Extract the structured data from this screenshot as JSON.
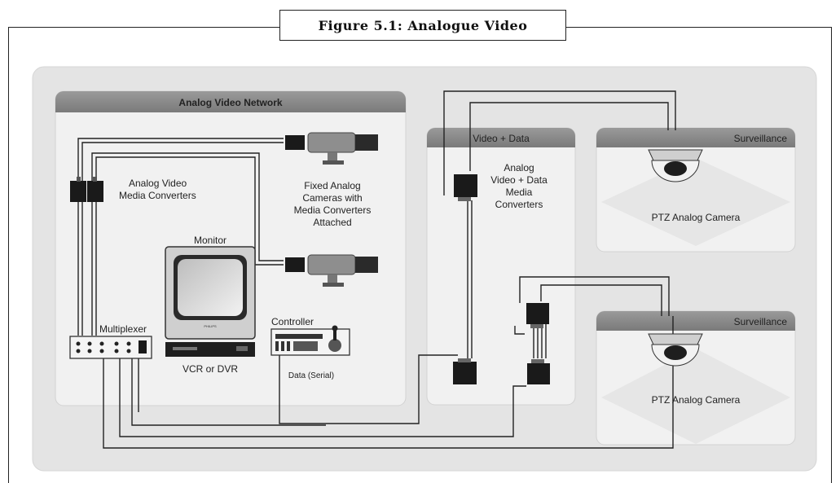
{
  "figure": {
    "caption": "Figure 5.1: Analogue Video"
  },
  "panels": {
    "analog_network": "Analog Video Network",
    "video_data": "Video + Data",
    "surveillance_top": "Surveillance",
    "surveillance_bottom": "Surveillance"
  },
  "labels": {
    "analog_video_media_converters_line1": "Analog Video",
    "analog_video_media_converters_line2": "Media Converters",
    "fixed_cameras_line1": "Fixed Analog",
    "fixed_cameras_line2": "Cameras with",
    "fixed_cameras_line3": "Media Converters",
    "fixed_cameras_line4": "Attached",
    "monitor": "Monitor",
    "multiplexer": "Multiplexer",
    "vcr_dvr": "VCR or DVR",
    "controller": "Controller",
    "data_serial": "Data (Serial)",
    "av_data_line1": "Analog",
    "av_data_line2": "Video + Data",
    "av_data_line3": "Media",
    "av_data_line4": "Converters",
    "ptz_top": "PTZ Analog Camera",
    "ptz_bottom": "PTZ Analog Camera",
    "monitor_brand": "PHILIPS"
  },
  "colors": {
    "panel_bg": "#eeeeee",
    "panel_header": "#8a8a8a",
    "outer_bg": "#e4e4e4",
    "device": "#1a1a1a"
  }
}
